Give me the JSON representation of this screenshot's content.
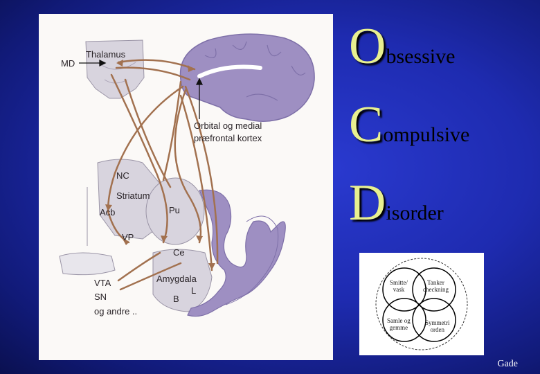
{
  "diagram": {
    "labels": {
      "md": "MD",
      "thalamus": "Thalamus",
      "orbital_line1": "Orbital og medial",
      "orbital_line2": "præfrontal kortex",
      "nc": "NC",
      "striatum": "Striatum",
      "acb": "Acb",
      "pu": "Pu",
      "vp": "VP",
      "ce": "Ce",
      "amygdala": "Amygdala",
      "l": "L",
      "b": "B",
      "vta": "VTA",
      "sn": "SN",
      "og_andre": "og andre .."
    },
    "colors": {
      "brain": "#9e8fc2",
      "brain_dark": "#7e70a8",
      "gray": "#cfcbd6",
      "pathway": "#a2714f"
    }
  },
  "title": {
    "o": "O",
    "o_rest": "bsessive",
    "c": "C",
    "c_rest": "ompulsive",
    "d": "D",
    "d_rest": "isorder",
    "letter_color": "#e8f090"
  },
  "venn": {
    "top_left": [
      "Smitte/",
      "vask"
    ],
    "top_right": [
      "Tanker",
      "checkning"
    ],
    "bottom_left": [
      "Samle og",
      "gemme"
    ],
    "bottom_right": [
      "Symmetri",
      "orden"
    ]
  },
  "credit": "Gade"
}
